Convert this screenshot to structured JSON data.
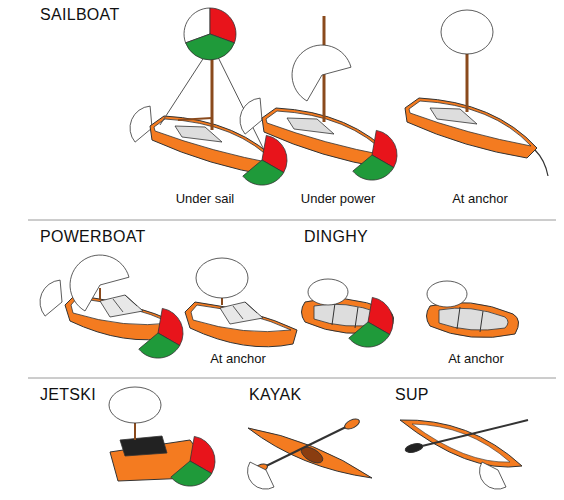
{
  "diagram": {
    "labels": [
      "SAILBOAT",
      "Under sail",
      "Under power",
      "At anchor",
      "POWERBOAT",
      "At anchor",
      "DINGHY",
      "At anchor",
      "JETSKI",
      "KAYAK",
      "SUP"
    ]
  }
}
